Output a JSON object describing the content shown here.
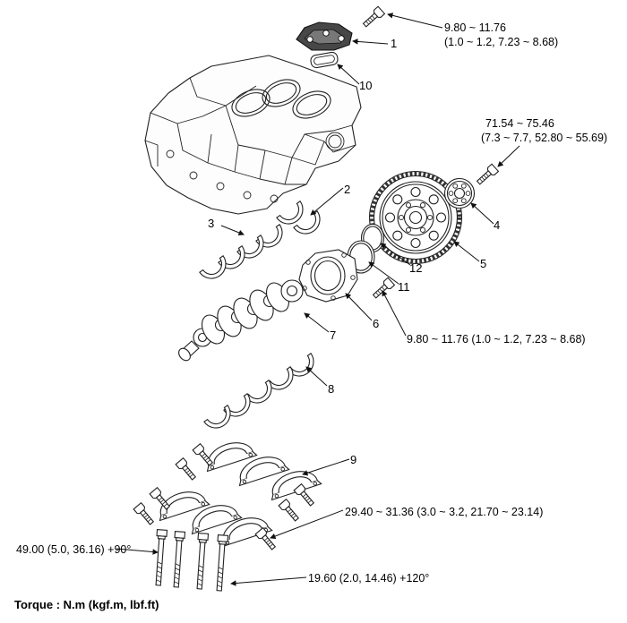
{
  "part_labels": {
    "1": "1",
    "2": "2",
    "3": "3",
    "4": "4",
    "5": "5",
    "6": "6",
    "7": "7",
    "8": "8",
    "9": "9",
    "10": "10",
    "11": "11",
    "12": "12"
  },
  "torque_specs": {
    "ladder_bracket_bolt_line1": "9.80 ~ 11.76",
    "ladder_bracket_bolt_line2": "(1.0 ~ 1.2, 7.23 ~ 8.68)",
    "drive_plate_bolt_line1": "71.54 ~ 75.46",
    "drive_plate_bolt_line2": "(7.3 ~ 7.7, 52.80 ~ 55.69)",
    "rear_plate_bolt": "9.80 ~ 11.76 (1.0 ~ 1.2, 7.23 ~ 8.68)",
    "bearing_cap_side_bolt": "29.40 ~ 31.36 (3.0 ~ 3.2, 21.70 ~ 23.14)",
    "main_cap_bolt": "49.00 (5.0, 36.16) +90°",
    "ladder_frame_bolt": "19.60 (2.0, 14.46) +120°"
  },
  "footer": {
    "units_note": "Torque : N.m (kgf.m, lbf.ft)"
  }
}
